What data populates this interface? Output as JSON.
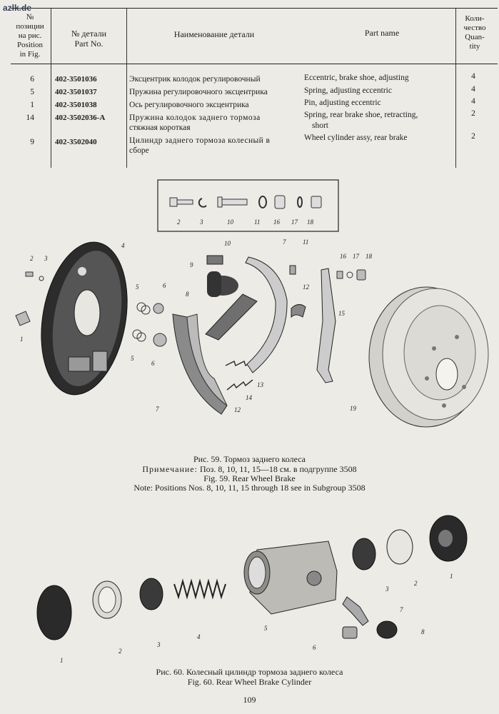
{
  "watermark": "azlk.de",
  "table": {
    "headers": {
      "pos": [
        "№",
        "позиции",
        "на рис.",
        "Position",
        "in Fig."
      ],
      "part_no": [
        "№ детали",
        "Part No."
      ],
      "name_ru": "Наименование детали",
      "name_en": "Part name",
      "qty": [
        "Коли-",
        "чество",
        "Quan-",
        "tity"
      ]
    },
    "rows": [
      {
        "pos": "6",
        "part_no": "402-3501036",
        "name_ru": [
          "Эксцентрик колодок регулировочный"
        ],
        "name_en": [
          "Eccentric, brake shoe, adjusting"
        ],
        "qty": "4"
      },
      {
        "pos": "5",
        "part_no": "402-3501037",
        "name_ru": [
          "Пружина регулировочного эксцентрика"
        ],
        "name_en": [
          "Spring, adjusting eccentric"
        ],
        "qty": "4"
      },
      {
        "pos": "1",
        "part_no": "402-3501038",
        "name_ru": [
          "Ось регулировочного эксцентрика"
        ],
        "name_en": [
          "Pin, adjusting eccentric"
        ],
        "qty": "4"
      },
      {
        "pos": "14",
        "part_no": "402-3502036-А",
        "name_ru": [
          "Пружина колодок заднего тормоза",
          "стяжная короткая"
        ],
        "name_en": [
          "Spring, rear brake shoe, retracting,",
          "short"
        ],
        "qty": "2"
      },
      {
        "pos": "9",
        "part_no": "402-3502040",
        "name_ru": [
          "Цилиндр заднего тормоза колесный в",
          "сборе"
        ],
        "name_en": [
          "Wheel cylinder assy, rear brake"
        ],
        "qty": "2"
      }
    ]
  },
  "figure59": {
    "inset_labels": [
      "2",
      "3",
      "10",
      "11",
      "16",
      "17",
      "18"
    ],
    "callouts": [
      "1",
      "2",
      "3",
      "4",
      "5",
      "6",
      "5",
      "6",
      "7",
      "8",
      "9",
      "10",
      "7",
      "11",
      "12",
      "12",
      "13",
      "14",
      "15",
      "16",
      "17",
      "18",
      "19"
    ],
    "caption_ru": "Рис. 59. Тормоз заднего колеса",
    "note_ru_label": "Примечание:",
    "note_ru_text": "Поз. 8, 10, 11, 15—18 см. в подгруппе 3508",
    "caption_en": "Fig. 59. Rear Wheel Brake",
    "note_en": "Note: Positions Nos. 8, 10, 11, 15 through 18 see in Subgroup 3508"
  },
  "figure60": {
    "callouts": [
      "1",
      "2",
      "3",
      "4",
      "5",
      "3",
      "2",
      "1",
      "7",
      "6",
      "8"
    ],
    "caption_ru": "Рис. 60. Колесный цилиндр тормоза заднего колеса",
    "caption_en": "Fig. 60. Rear Wheel Brake Cylinder"
  },
  "page_number": "109"
}
